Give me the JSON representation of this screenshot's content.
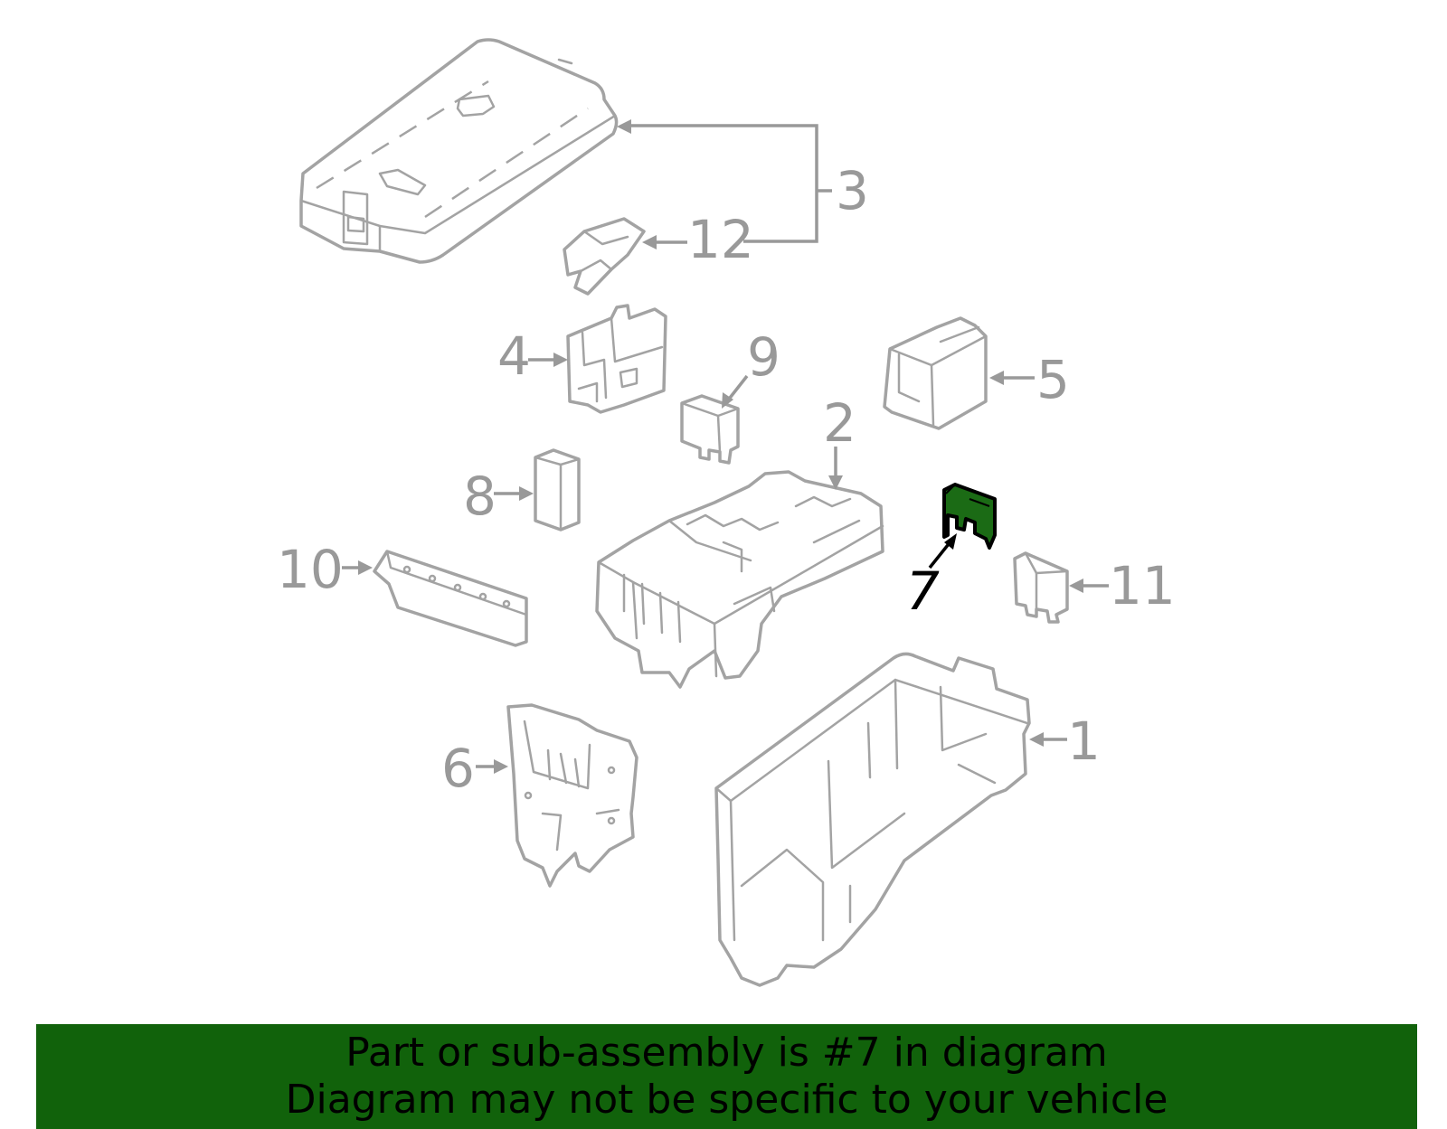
{
  "callouts": {
    "c1": "1",
    "c2": "2",
    "c3": "3",
    "c4": "4",
    "c5": "5",
    "c6": "6",
    "c7": "7",
    "c8": "8",
    "c9": "9",
    "c10": "10",
    "c11": "11",
    "c12": "12"
  },
  "highlighted_part": "7",
  "colors": {
    "highlight_fill": "#1b6b15",
    "banner_background": "#11620b",
    "outline_gray": "#a3a3a3"
  },
  "banner": {
    "line1": "Part or sub-assembly is #7 in diagram",
    "line2": "Diagram may not be specific to your vehicle"
  }
}
